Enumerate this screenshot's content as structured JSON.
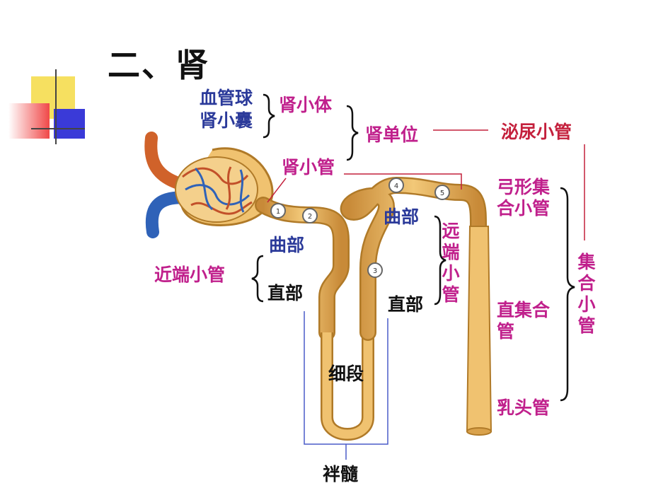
{
  "title": "二、肾",
  "labels": {
    "glomerulus": "血管球",
    "capsule": "肾小囊",
    "renal_corpuscle": "肾小体",
    "renal_tubule": "肾小管",
    "nephron": "肾单位",
    "uriniferous_tubule": "泌尿小管",
    "proximal_convoluted": "曲部",
    "proximal_tubule": "近端小管",
    "proximal_straight": "直部",
    "thin_segment": "细段",
    "loop": "袢髓",
    "distal_convoluted": "曲部",
    "distal_tubule": "远端小管",
    "distal_straight": "直部",
    "arched_collecting": "弓形集合小管",
    "straight_collecting": "直集合管",
    "papillary_duct": "乳头管",
    "collecting_tubule": "集合小管"
  },
  "markers": [
    "1",
    "2",
    "3",
    "4",
    "5"
  ],
  "colors": {
    "tubule": "#e8b45c",
    "tubule_outline": "#b07a28",
    "artery": "#d0622a",
    "vein": "#2f62b8",
    "label_blue": "#2b3a9a",
    "label_magenta": "#c0208c",
    "label_red": "#c4203c"
  }
}
